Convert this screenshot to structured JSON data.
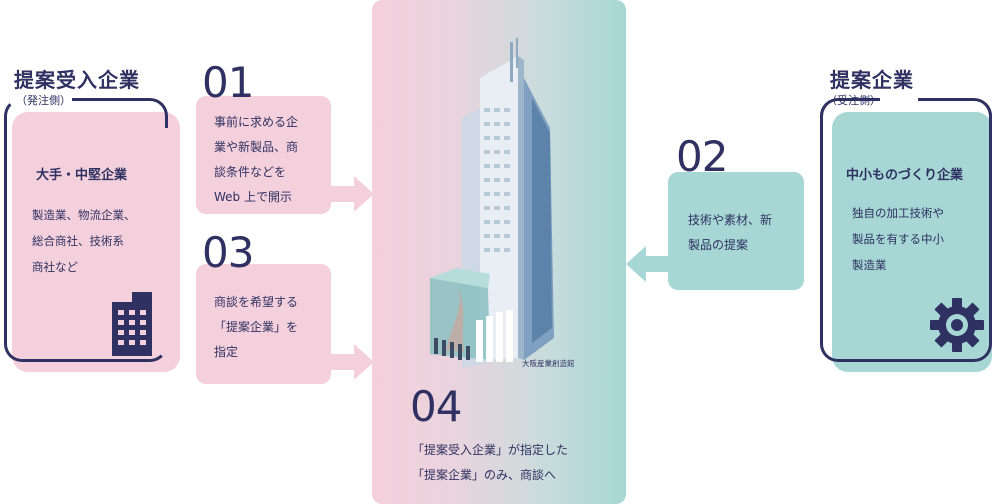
{
  "client": {
    "title": "提案受入企業",
    "subtitle": "（発注側）",
    "card_head": "大手・中堅企業",
    "card_body": "製造業、物流企業、\n総合商社、技術系\n商社など",
    "icon": "building-icon"
  },
  "supplier": {
    "title": "提案企業",
    "subtitle": "（受注側）",
    "card_head": "中小ものづくり企業",
    "card_body": "独自の加工技術や\n製品を有する中小\n製造業",
    "icon": "gear-icon"
  },
  "steps": [
    {
      "num": "01",
      "text": "事前に求める企\n業や新製品、商\n談条件などを\nWeb 上で開示"
    },
    {
      "num": "02",
      "text": "技術や素材、新\n製品の提案"
    },
    {
      "num": "03",
      "text": "商談を希望する\n「提案企業」を\n指定"
    },
    {
      "num": "04",
      "text": "「提案受入企業」が指定した\n「提案企業」のみ、商談へ"
    }
  ],
  "center": {
    "building_caption": "大阪産業創造館"
  },
  "colors": {
    "navy": "#2f3162",
    "pink": "#f4cfdc",
    "teal": "#a6d7d4"
  }
}
